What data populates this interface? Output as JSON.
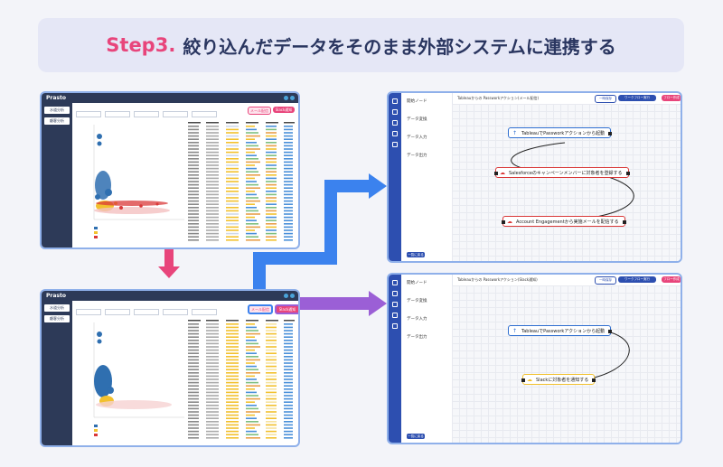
{
  "banner": {
    "step": "Step3.",
    "title": "絞り込んだデータをそのまま外部システムに連携する"
  },
  "dashboard": {
    "logo": "Prasto",
    "nav": [
      "水道分析",
      "顧客分析"
    ],
    "buttons": {
      "mail": "メール配信",
      "slack": "Slack通知"
    },
    "colors": {
      "mail": "#e8457b",
      "slack": "#7b4fc9",
      "dots_blue": "#2f6fb0",
      "dots_yellow": "#f2c12e",
      "dots_red": "#d93838"
    }
  },
  "flow_top": {
    "breadcrumb": "Tableauからの Passworkアクション(メール配信)",
    "btn_save": "一時保存",
    "btn_run": "ワークフロー実行",
    "btn_add": "フロー作成",
    "menu": [
      "開始ノード",
      "データ変換",
      "データ入力",
      "データ出力"
    ],
    "back": "一覧に戻る",
    "nodes": [
      {
        "label": "TableauでPassworkアクションから起動",
        "icon": "arrow-up-icon",
        "color": "#2f6fd0"
      },
      {
        "label": "Salesforceのキャンペーンメンバーに対象者を登録する",
        "icon": "cloud-icon",
        "color": "#d93838"
      },
      {
        "label": "Account Engagementから実施メールを配信する",
        "icon": "cloud-icon",
        "color": "#d93838"
      }
    ]
  },
  "flow_bottom": {
    "breadcrumb": "Tableauからの Passworkアクション(Slack通知)",
    "btn_save": "一時保存",
    "btn_run": "ワークフロー実行",
    "btn_add": "フロー作成",
    "menu": [
      "開始ノード",
      "データ変換",
      "データ入力",
      "データ出力"
    ],
    "back": "一覧に戻る",
    "nodes": [
      {
        "label": "TableauでPassworkアクションから起動",
        "icon": "arrow-up-icon",
        "color": "#2f6fd0"
      },
      {
        "label": "Slackに対象者を通知する",
        "icon": "slack-icon",
        "color": "#f2c12e"
      }
    ]
  }
}
